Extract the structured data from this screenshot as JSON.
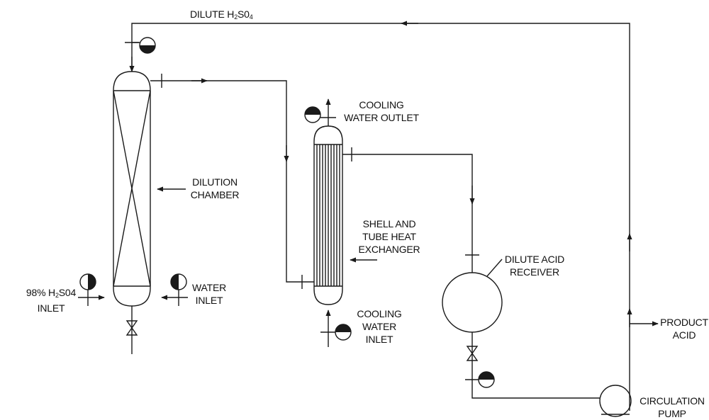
{
  "labels": {
    "dilute_top": {
      "pre": "DILUTE H",
      "sub1": "2",
      "mid": "S0",
      "sub2": "4"
    },
    "cooling_water_outlet": {
      "line1": "COOLING",
      "line2": "WATER OUTLET"
    },
    "dilution_chamber": {
      "line1": "DILUTION",
      "line2": "CHAMBER"
    },
    "heat_exchanger": {
      "line1": "SHELL AND",
      "line2": "TUBE HEAT",
      "line3": "EXCHANGER"
    },
    "dilute_acid_receiver": {
      "line1": "DILUTE ACID",
      "line2": "RECEIVER"
    },
    "acid_inlet": {
      "pre": "98% H",
      "sub": "2",
      "post": "S04",
      "line2": "INLET"
    },
    "water_inlet": {
      "line1": "WATER",
      "line2": "INLET"
    },
    "cooling_water_inlet": {
      "line1": "COOLING",
      "line2": "WATER",
      "line3": "INLET"
    },
    "product_acid": {
      "line1": "PRODUCT",
      "line2": "ACID"
    },
    "circulation_pump": {
      "line1": "CIRCULATION",
      "line2": "PUMP"
    }
  },
  "colors": {
    "stroke": "#1a1a1a",
    "text": "#111111"
  },
  "icons": [
    "half-filled-circle-indicator",
    "flow-arrow",
    "gate-valve",
    "centrifugal-pump"
  ]
}
